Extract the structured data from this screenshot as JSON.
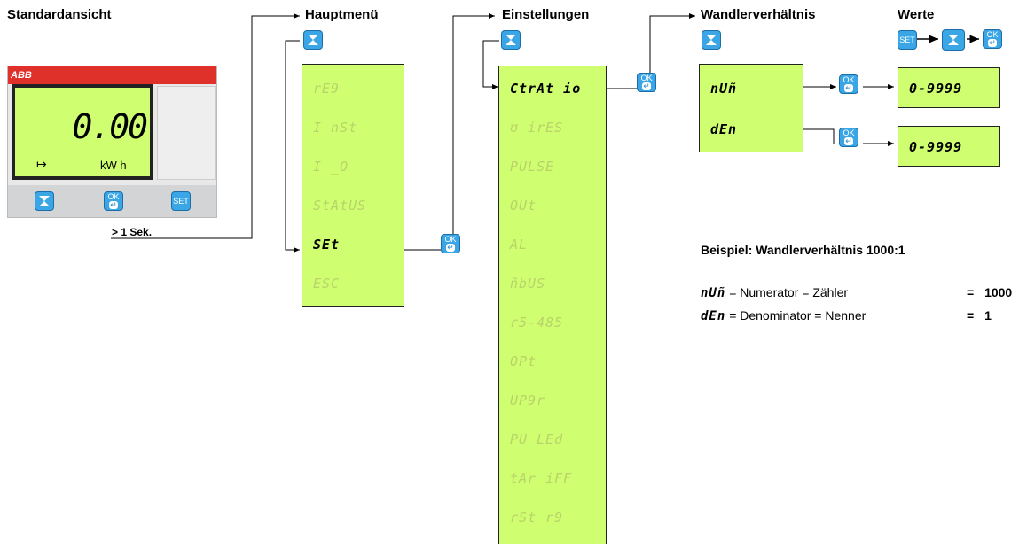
{
  "headers": {
    "standard": "Standardansicht",
    "main_menu": "Hauptmenü",
    "settings": "Einstellungen",
    "ratio": "Wandlerverhältnis",
    "values": "Werte"
  },
  "device": {
    "brand": "ABB",
    "reading": "0.00",
    "unit": "kW h",
    "hold_label": "> 1 Sek.",
    "set_label": "SET"
  },
  "main_menu_items": [
    {
      "label": "rE9",
      "active": false
    },
    {
      "label": "I nSt",
      "active": false
    },
    {
      "label": "I _O",
      "active": false
    },
    {
      "label": "StAtUS",
      "active": false
    },
    {
      "label": "SEt",
      "active": true
    },
    {
      "label": "ESC",
      "active": false
    }
  ],
  "settings_items": [
    {
      "label": "CtrAt io",
      "active": true
    },
    {
      "label": "ʊ irES",
      "active": false
    },
    {
      "label": "PULSE",
      "active": false
    },
    {
      "label": "OUt",
      "active": false
    },
    {
      "label": "AL",
      "active": false
    },
    {
      "label": "ñbUS",
      "active": false
    },
    {
      "label": "r5-485",
      "active": false
    },
    {
      "label": "OPt",
      "active": false
    },
    {
      "label": "UP9r",
      "active": false
    },
    {
      "label": "PU LEd",
      "active": false
    },
    {
      "label": "tAr iFF",
      "active": false
    },
    {
      "label": "rSt r9",
      "active": false
    }
  ],
  "ratio_items": [
    "nUñ",
    "dEn"
  ],
  "value_ranges": [
    "0-9999",
    "0-9999"
  ],
  "buttons": {
    "ok": "OK",
    "set": "SET"
  },
  "example": {
    "title": "Beispiel: Wandlerverhältnis 1000:1",
    "rows": [
      {
        "code": "nUñ",
        "text": "= Numerator    = Zähler",
        "eq": "=",
        "value": "1000"
      },
      {
        "code": "dEn",
        "text": "= Denominator = Nenner",
        "eq": "=",
        "value": "1"
      }
    ]
  },
  "colors": {
    "lcd_green": "#cfff70",
    "button_blue": "#3aa6e6",
    "abb_red": "#e0302a"
  }
}
